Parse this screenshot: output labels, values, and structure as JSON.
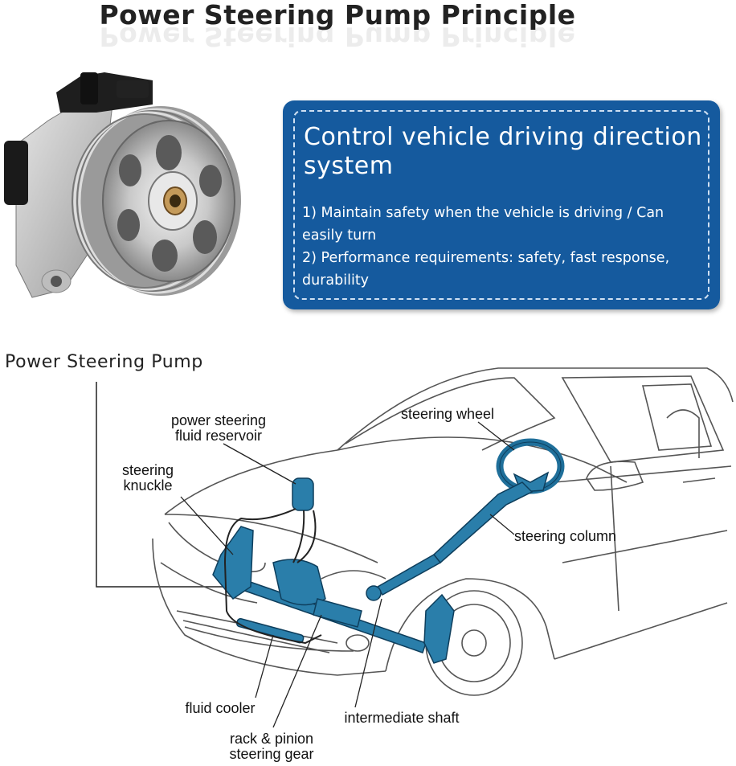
{
  "title": "Power Steering Pump Principle",
  "info_box": {
    "heading": "Control vehicle driving direction system",
    "points": [
      "1) Maintain safety when the vehicle is driving / Can easily turn",
      "2) Performance requirements: safety, fast response, durability"
    ]
  },
  "pump_label": "Power Steering Pump",
  "diagram_labels": {
    "reservoir_1": "power steering",
    "reservoir_2": "fluid reservoir",
    "knuckle_1": "steering",
    "knuckle_2": "knuckle",
    "wheel": "steering wheel",
    "column": "steering column",
    "cooler": "fluid cooler",
    "shaft": "intermediate shaft",
    "rack_1": "rack & pinion",
    "rack_2": "steering gear"
  },
  "colors": {
    "box_blue": "#155a9e",
    "component_blue": "#2a7eaa"
  }
}
